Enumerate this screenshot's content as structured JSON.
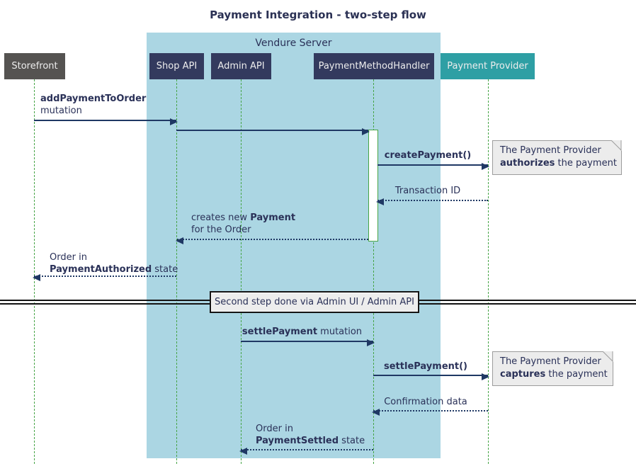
{
  "title": "Payment Integration - two-step flow",
  "container": {
    "label": "Vendure Server"
  },
  "participants": [
    {
      "id": "storefront",
      "label": "Storefront"
    },
    {
      "id": "shop-api",
      "label": "Shop API"
    },
    {
      "id": "admin-api",
      "label": "Admin API"
    },
    {
      "id": "payment-method-handler",
      "label": "PaymentMethodHandler"
    },
    {
      "id": "payment-provider",
      "label": "Payment Provider"
    }
  ],
  "messages": {
    "add_payment": {
      "line1_bold": "addPaymentToOrder",
      "line2": "mutation"
    },
    "create_payment": {
      "label": "createPayment()"
    },
    "transaction_id": {
      "label": "Transaction ID"
    },
    "creates_payment": {
      "line1_pre": "creates new ",
      "line1_bold": "Payment",
      "line2": "for the Order"
    },
    "order_authorized": {
      "line1": "Order in",
      "line2_bold": "PaymentAuthorized",
      "line2_rest": " state"
    },
    "settle_mutation": {
      "bold": "settlePayment",
      "rest": " mutation"
    },
    "settle_call": {
      "label": "settlePayment()"
    },
    "confirmation": {
      "label": "Confirmation data"
    },
    "order_settled": {
      "line1": "Order in",
      "line2_bold": "PaymentSettled",
      "line2_rest": " state"
    }
  },
  "divider": {
    "label": "Second step done via Admin UI / Admin API"
  },
  "notes": {
    "authorize": {
      "line1": "The Payment Provider",
      "bold": "authorizes",
      "rest": " the payment"
    },
    "capture": {
      "line1": "The Payment Provider",
      "bold": "captures",
      "rest": " the payment"
    }
  },
  "colors": {
    "participant_navy": "#333A5E",
    "storefront_gray": "#555351",
    "provider_teal": "#2E9FA4",
    "container_blue": "#ABD6E3",
    "lifeline_green": "#46A446",
    "arrow_navy": "#1F3864",
    "text_navy": "#2A3158",
    "note_bg": "#ECECEC"
  }
}
